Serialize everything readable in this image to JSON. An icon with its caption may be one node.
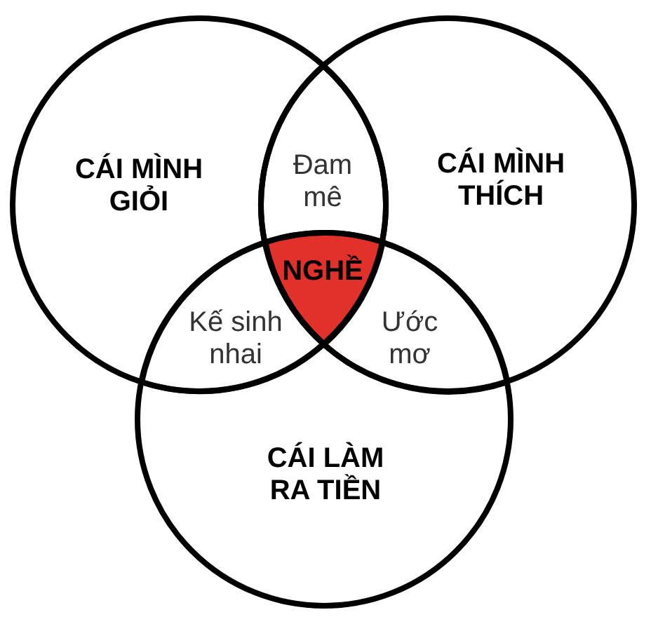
{
  "diagram": {
    "nodes": [
      {
        "text": [
          "CÁI MÌNH GIỎI"
        ]
      },
      {
        "text": [
          "Đam mê"
        ]
      },
      {
        "text": [
          "CÁI MÌNH THÍCH"
        ]
      },
      {
        "text": [
          "NGHỀ"
        ]
      },
      {
        "text": [
          "Kế sinh nhai"
        ]
      },
      {
        "text": [
          "Ước mơ"
        ]
      },
      {
        "text": [
          "CÁI LÀM RA TIỀN"
        ]
      }
    ]
  }
}
